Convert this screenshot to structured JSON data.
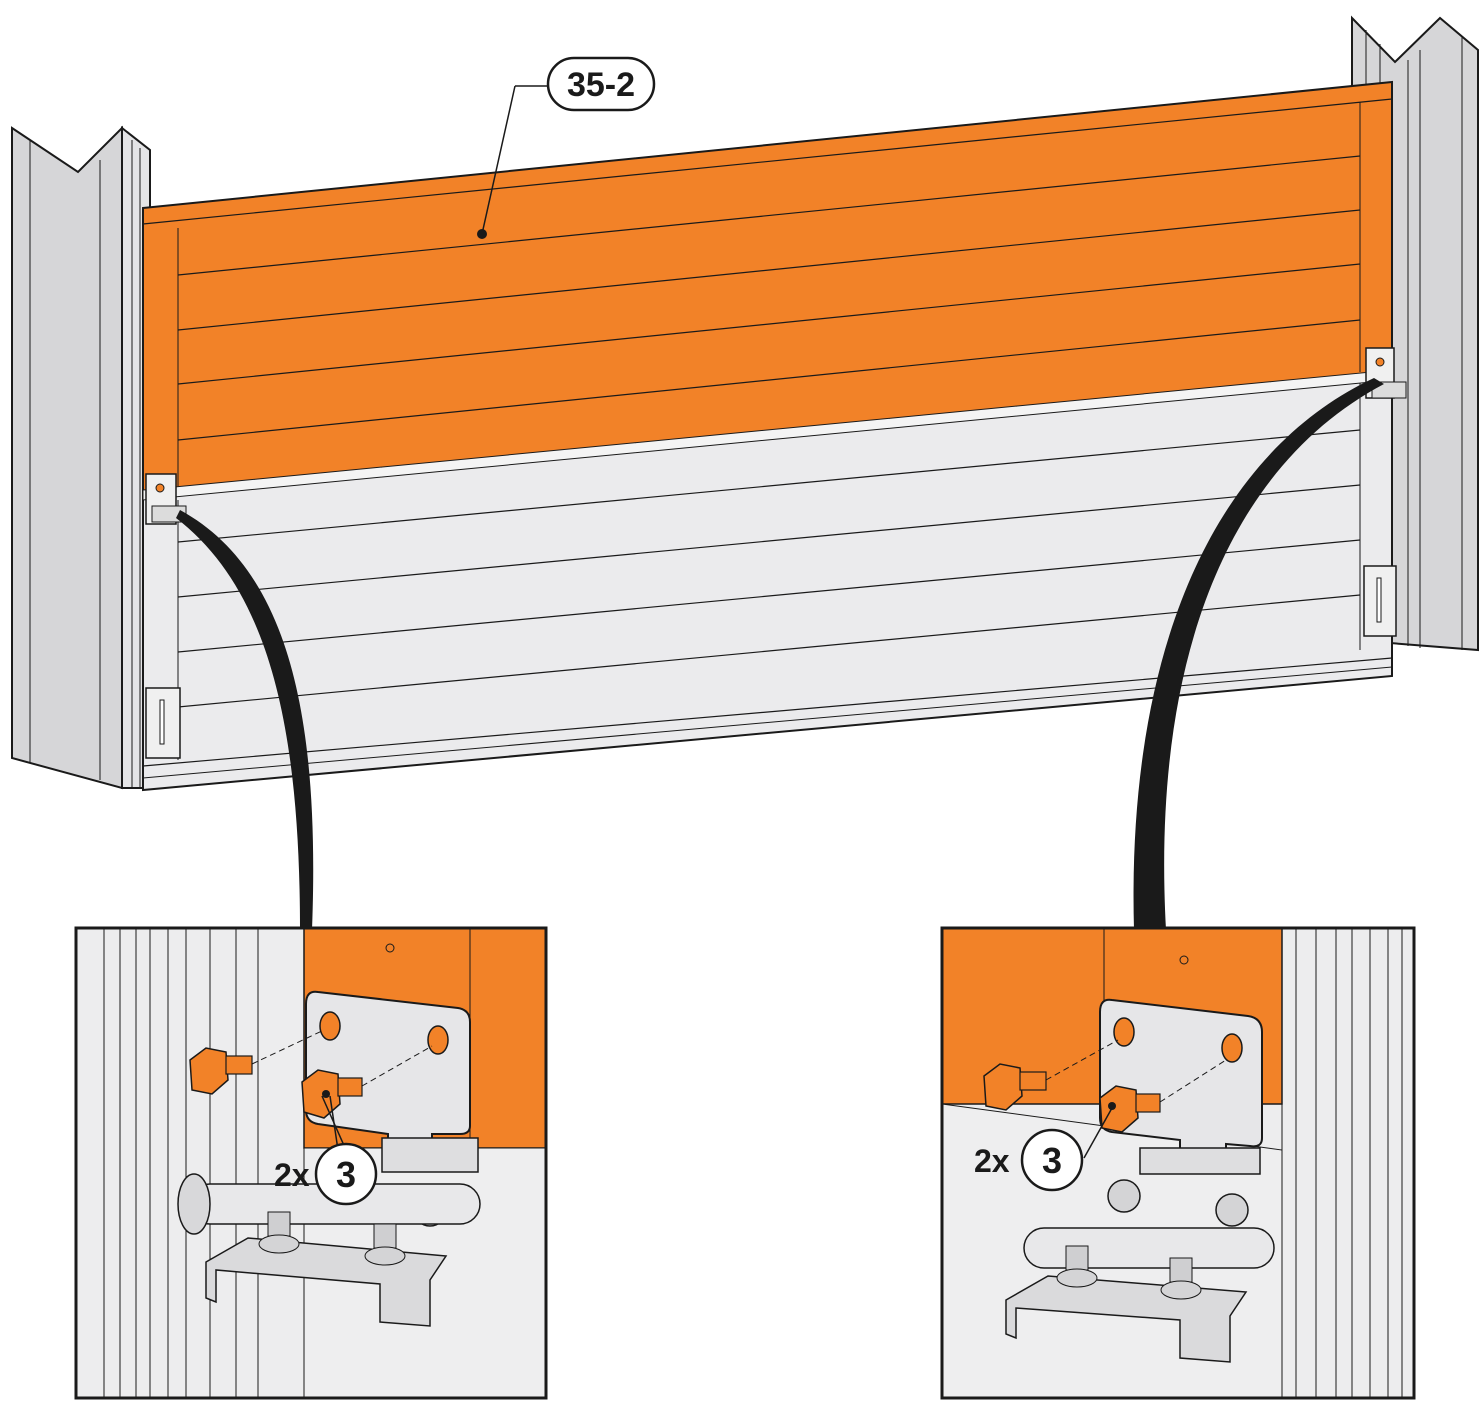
{
  "callouts": {
    "main_part": "35-2",
    "left_qty": "2x",
    "left_part": "3",
    "right_qty": "2x",
    "right_part": "3"
  },
  "colors": {
    "panel_orange": "#f28228",
    "panel_grey": "#ebebed",
    "rail_grey": "#d8d8da",
    "line_dark": "#1a1a1a",
    "background": "#ffffff"
  },
  "icons": {
    "screw": "hex-self-drilling-screw-icon",
    "hinge": "hinge-bracket-icon"
  }
}
